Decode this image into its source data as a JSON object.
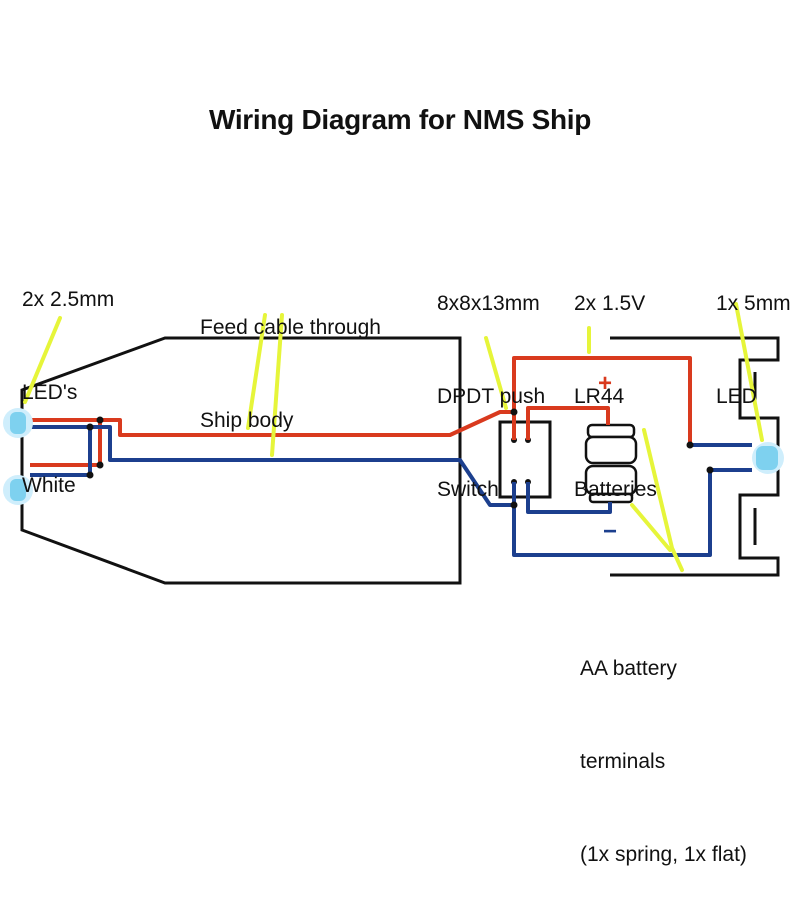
{
  "title": "Wiring Diagram for NMS Ship",
  "labels": {
    "leds_small": [
      "2x 2.5mm",
      "LED's",
      "White"
    ],
    "feed_cable": [
      "Feed cable through",
      "Ship body"
    ],
    "switch": [
      "8x8x13mm",
      "DPDT push",
      "Switch"
    ],
    "batteries": [
      "2x 1.5V",
      "LR44",
      "Batteries"
    ],
    "led_large": [
      "1x 5mm",
      "LED"
    ],
    "terminals": [
      "AA battery",
      "terminals",
      "(1x spring, 1x flat)"
    ]
  },
  "polarity": {
    "plus": "+",
    "minus": "−"
  },
  "colors": {
    "positive_wire": "#d93a1e",
    "negative_wire": "#1c3f8e",
    "pointer": "#e6f53a",
    "outline": "#111111",
    "led_glow": "#cfeefc"
  }
}
